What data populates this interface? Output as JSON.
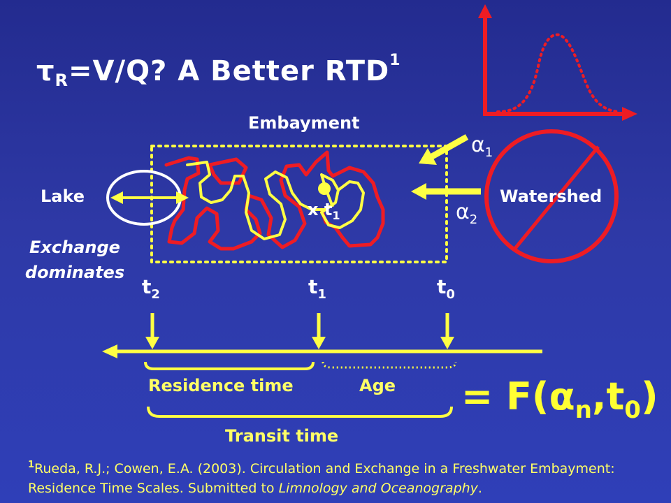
{
  "title": {
    "tau": "τ",
    "sub": "R",
    "main": "=V/Q? A Better RTD",
    "sup": "1"
  },
  "labels": {
    "embayment": "Embayment",
    "lake": "Lake",
    "watershed": "Watershed",
    "exchange_line1": "Exchange",
    "exchange_line2": "dominates",
    "residence_time": "Residence time",
    "age": "Age",
    "transit_time": "Transit time"
  },
  "alphas": [
    {
      "sym": "α",
      "sub": "1"
    },
    {
      "sym": "α",
      "sub": "2"
    }
  ],
  "time_marks": [
    {
      "t": "t",
      "sub": "2"
    },
    {
      "t": "t",
      "sub": "1"
    },
    {
      "t": "t",
      "sub": "0"
    }
  ],
  "inner_point": {
    "prefix": "x",
    "t": "t",
    "sub": "1"
  },
  "formula": {
    "lead": "= F(",
    "alpha": "α",
    "sub_n": "n",
    "comma_t": ",t",
    "sub_0": "0",
    "close": ")"
  },
  "reference": {
    "sup": "1",
    "text1": "Rueda, R.J.; Cowen, E.A. (2003). Circulation and Exchange in a Freshwater Embayment: Residence Time Scales. Submitted to ",
    "journal": "Limnology and Oceanography",
    "end": "."
  },
  "colors": {
    "background": "#2e39a6",
    "text": "#ffffff",
    "yellow": "#ffff44",
    "red": "#ee1c24",
    "box_dots": "#ffff44"
  }
}
